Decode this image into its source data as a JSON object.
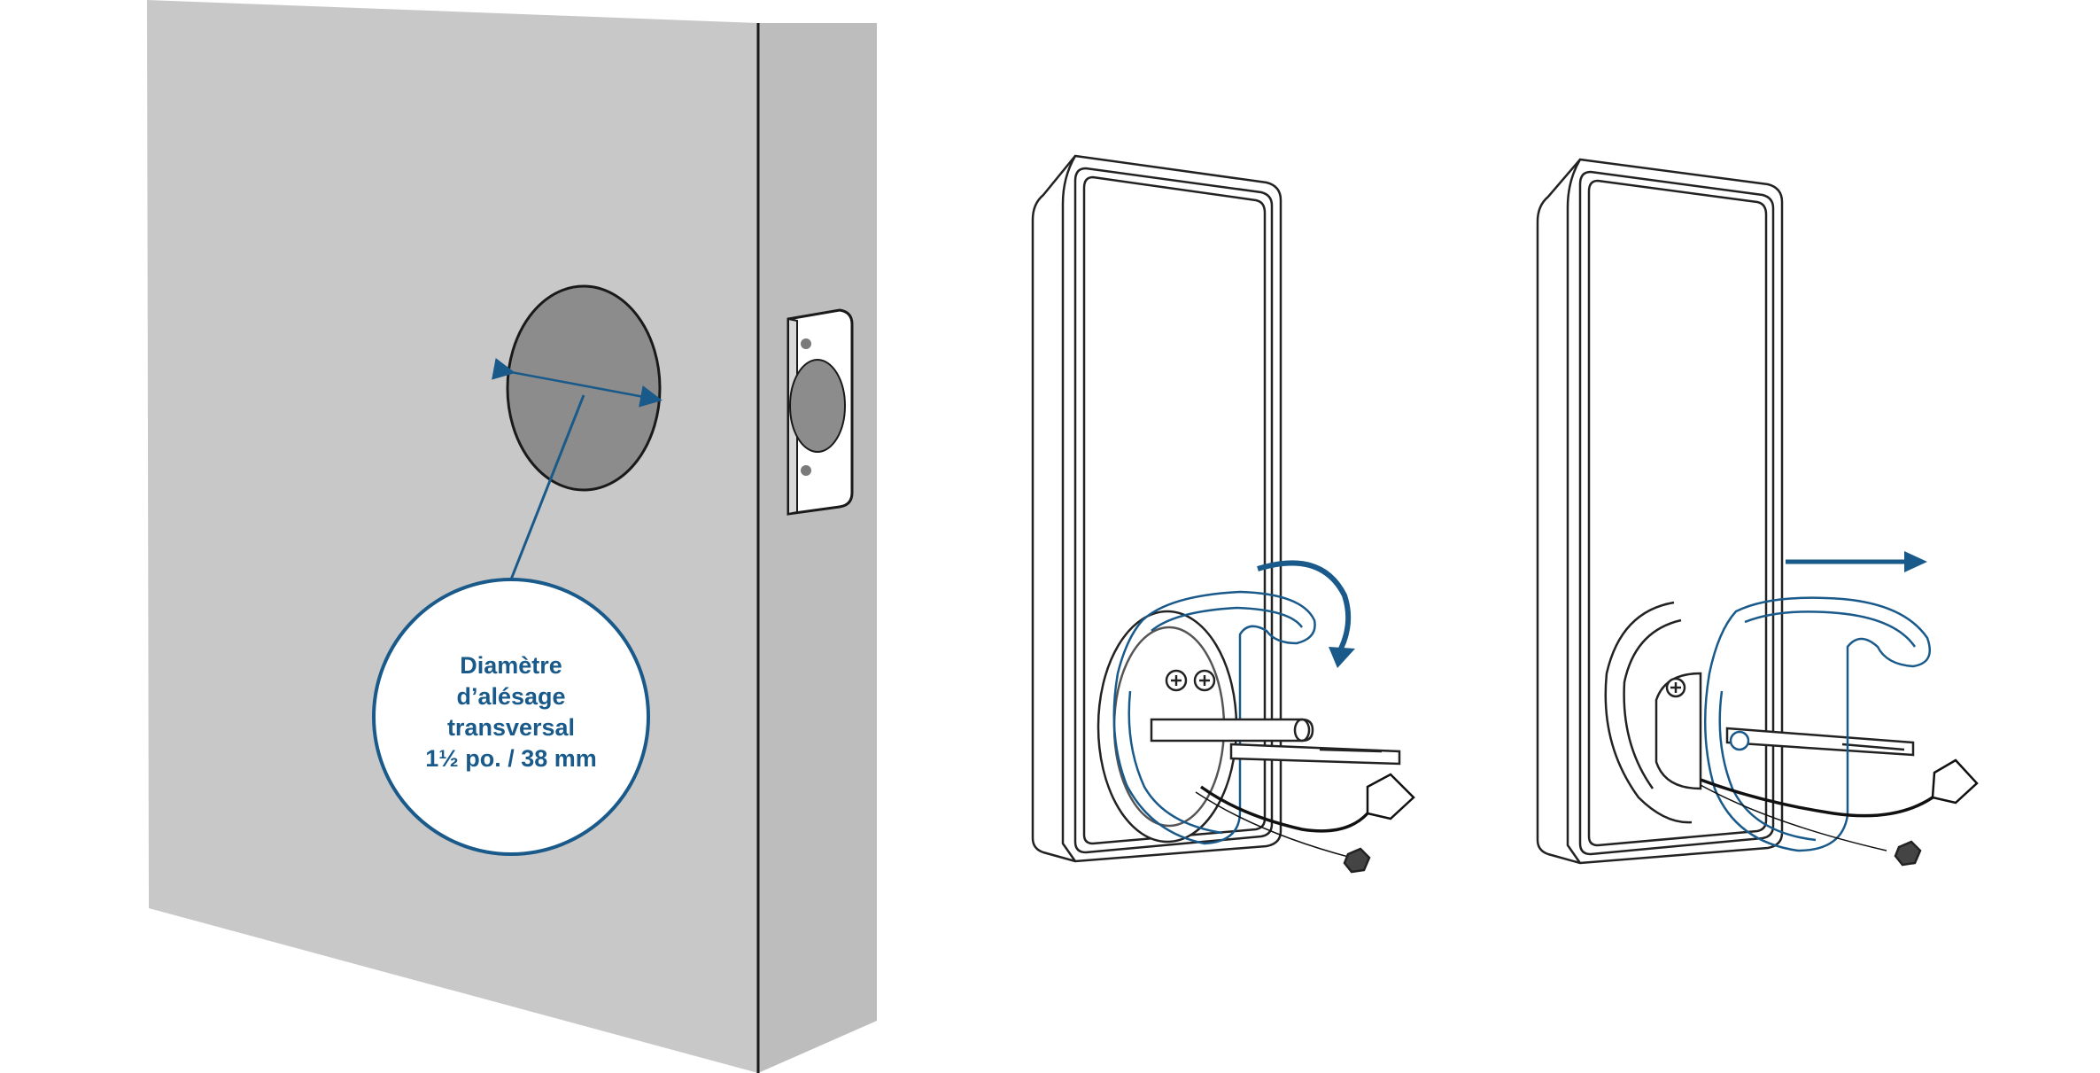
{
  "colors": {
    "accent_blue": "#1a5a8a",
    "door_face": "#c8c8c8",
    "door_edge": "#bdbdbd",
    "hole_fill": "#8c8c8c",
    "outline": "#1a1a1a",
    "device_line": "#222222"
  },
  "callout": {
    "line1": "Diamètre",
    "line2": "d’alésage",
    "line3": "transversal",
    "line4": "1½ po. / 38 mm"
  },
  "icons": {
    "rotate": "curved-rotate-arrow-icon",
    "slide": "right-arrow-icon"
  }
}
